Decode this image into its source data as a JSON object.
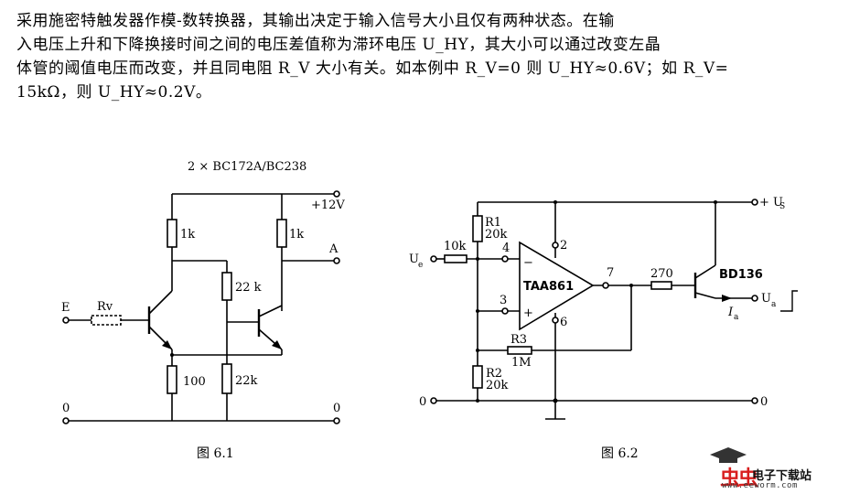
{
  "paragraph": {
    "line1": "采用施密特触发器作模-数转换器，其输出决定于输入信号大小且仅有两种状态。在输",
    "line2": "入电压上升和下降换接时间之间的电压差值称为滞环电压 U_HY，其大小可以通过改变左晶",
    "line3": "体管的阈值电压而改变，并且同电阻 R_V 大小有关。如本例中 R_V=0 则 U_HY≈0.6V；如 R_V=",
    "line4": "15kΩ，则 U_HY≈0.2V。"
  },
  "fig1": {
    "transistor_label": "2 × BC172A/BC238",
    "supply_label": "+12V",
    "output_label": "A",
    "input_label": "E",
    "rv_label": "Rv",
    "r_collector_left": "1k",
    "r_collector_right": "1k",
    "r_middle": "22 k",
    "r_emitter": "100",
    "r_base_right": "22k",
    "ground_left": "0",
    "ground_right": "0",
    "caption": "图 6.1"
  },
  "fig2": {
    "supply_label": "+ U",
    "supply_sub": "S",
    "input_label": "U",
    "input_sub": "e",
    "r_input": "10k",
    "r1_name": "R1",
    "r1_value": "20k",
    "r2_name": "R2",
    "r2_value": "20k",
    "r3_name": "R3",
    "r3_value": "1M",
    "pin2": "2",
    "pin3": "3",
    "pin4": "4",
    "pin6": "6",
    "pin7": "7",
    "chip_label": "TAA861",
    "minus_sign": "−",
    "plus_sign": "+",
    "r_output": "270",
    "transistor_label": "BD136",
    "output_label": "U",
    "output_sub": "a",
    "current_label": "I",
    "current_sub": "a",
    "ground_left": "0",
    "ground_right": "0",
    "caption": "图 6.2"
  },
  "watermark": {
    "logo": "虫虫",
    "title": "电子下载站",
    "url": "www.eeworm.com"
  }
}
